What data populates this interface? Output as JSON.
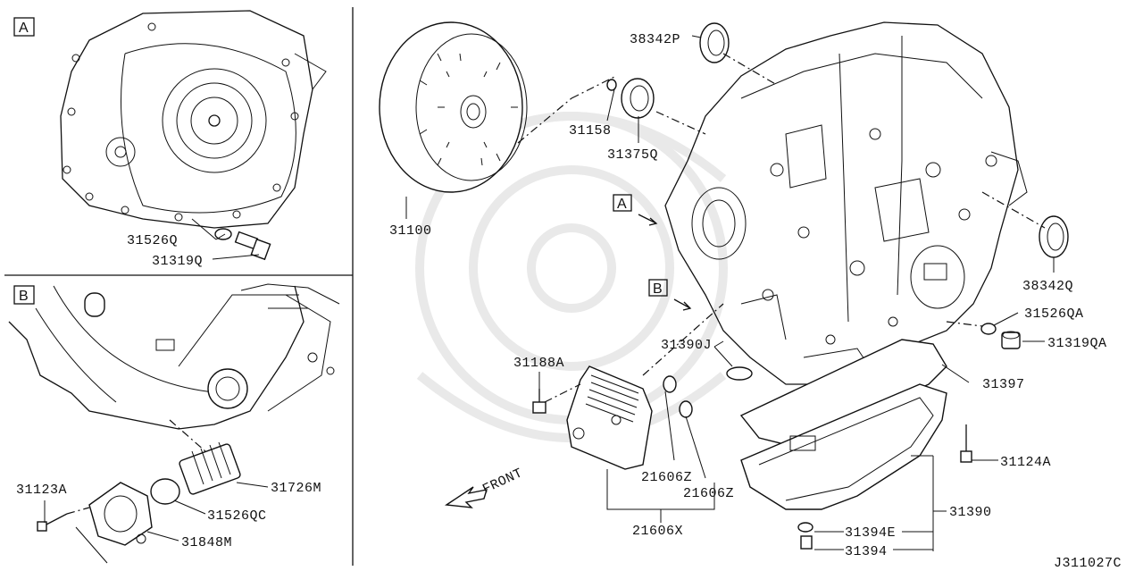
{
  "diagram": {
    "panel_a": {
      "tag": "A",
      "labels": {
        "p31526Q": "31526Q",
        "p31319Q": "31319Q"
      }
    },
    "panel_b": {
      "tag": "B",
      "labels": {
        "p31123A": "31123A",
        "p31726M": "31726M",
        "p31526QC": "31526QC",
        "p31848M": "31848M"
      }
    },
    "main": {
      "callout_a": "A",
      "callout_b": "B",
      "front_label": "FRONT",
      "drawing_number": "J311027C",
      "labels": {
        "p38342P": "38342P",
        "p31158": "31158",
        "p31375Q": "31375Q",
        "p31100": "31100",
        "p38342Q": "38342Q",
        "p31526QA": "31526QA",
        "p31319QA": "31319QA",
        "p31390J": "31390J",
        "p31188A": "31188A",
        "p31397": "31397",
        "p31124A": "31124A",
        "p21606Z_1": "21606Z",
        "p21606Z_2": "21606Z",
        "p21606X": "21606X",
        "p31390": "31390",
        "p31394E": "31394E",
        "p31394": "31394"
      }
    }
  }
}
